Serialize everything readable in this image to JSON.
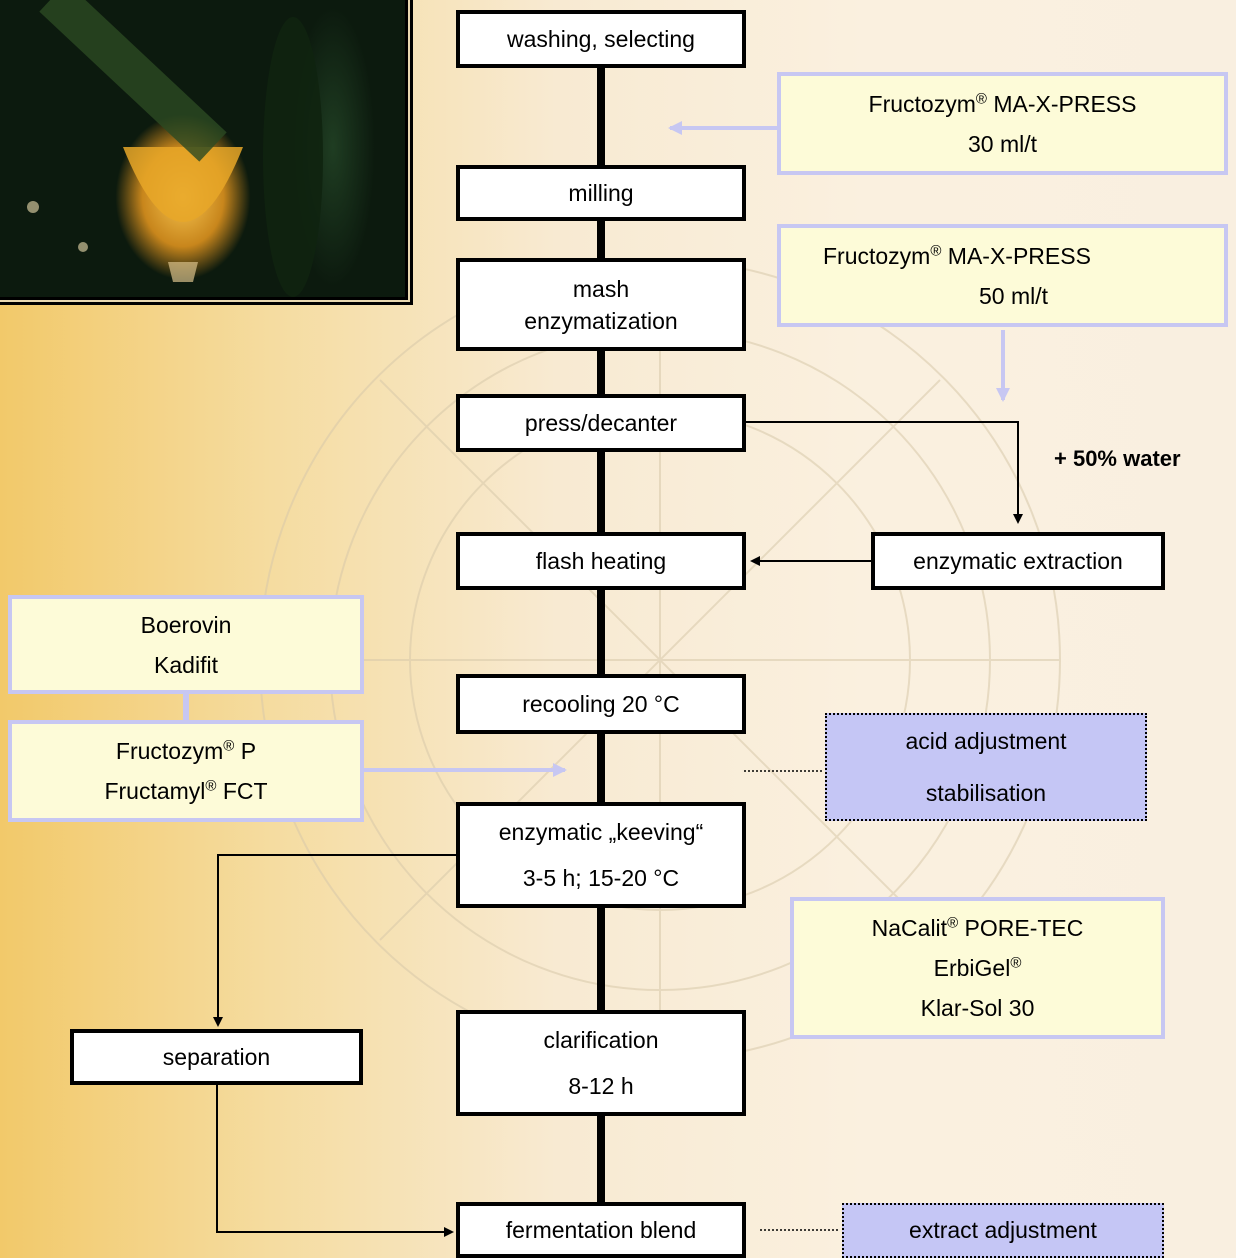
{
  "steps": {
    "washing": "washing, selecting",
    "milling": "milling",
    "mash_1": "mash",
    "mash_2": "enzymatization",
    "press": "press/decanter",
    "flash": "flash heating",
    "recooling": "recooling 20 °C",
    "keeving_1": "enzymatic „keeving“",
    "keeving_2": "3-5 h; 15-20 °C",
    "clarification_1": "clarification",
    "clarification_2": "8-12 h",
    "fermentation": "fermentation blend",
    "extraction": "enzymatic extraction",
    "separation": "separation"
  },
  "additives": {
    "press1_name": "Fructozym",
    "press1_rest": " MA-X-PRESS",
    "press1_dose": "30 ml/t",
    "press2_name": "Fructozym",
    "press2_rest": " MA-X-PRESS",
    "press2_dose": "50 ml/t",
    "boerovin": "Boerovin",
    "kadifit": "Kadifit",
    "fp_name": "Fructozym",
    "fp_rest": " P",
    "fct_name": "Fructamyl",
    "fct_rest": " FCT",
    "nacalit_name": "NaCalit",
    "nacalit_rest": " PORE-TEC",
    "erbigel_name": "ErbiGel",
    "klarsol": "Klar-Sol 30",
    "reg": "®"
  },
  "dotted": {
    "acid": "acid adjustment",
    "stab": "stabilisation",
    "extract": "extract adjustment"
  },
  "water_note": "+ 50% water",
  "colors": {
    "additive_fill": "#fdfbd8",
    "additive_border": "#c7c7f2",
    "dotted_fill": "#c5c6f5",
    "arrow_light": "#c7c7f2"
  }
}
